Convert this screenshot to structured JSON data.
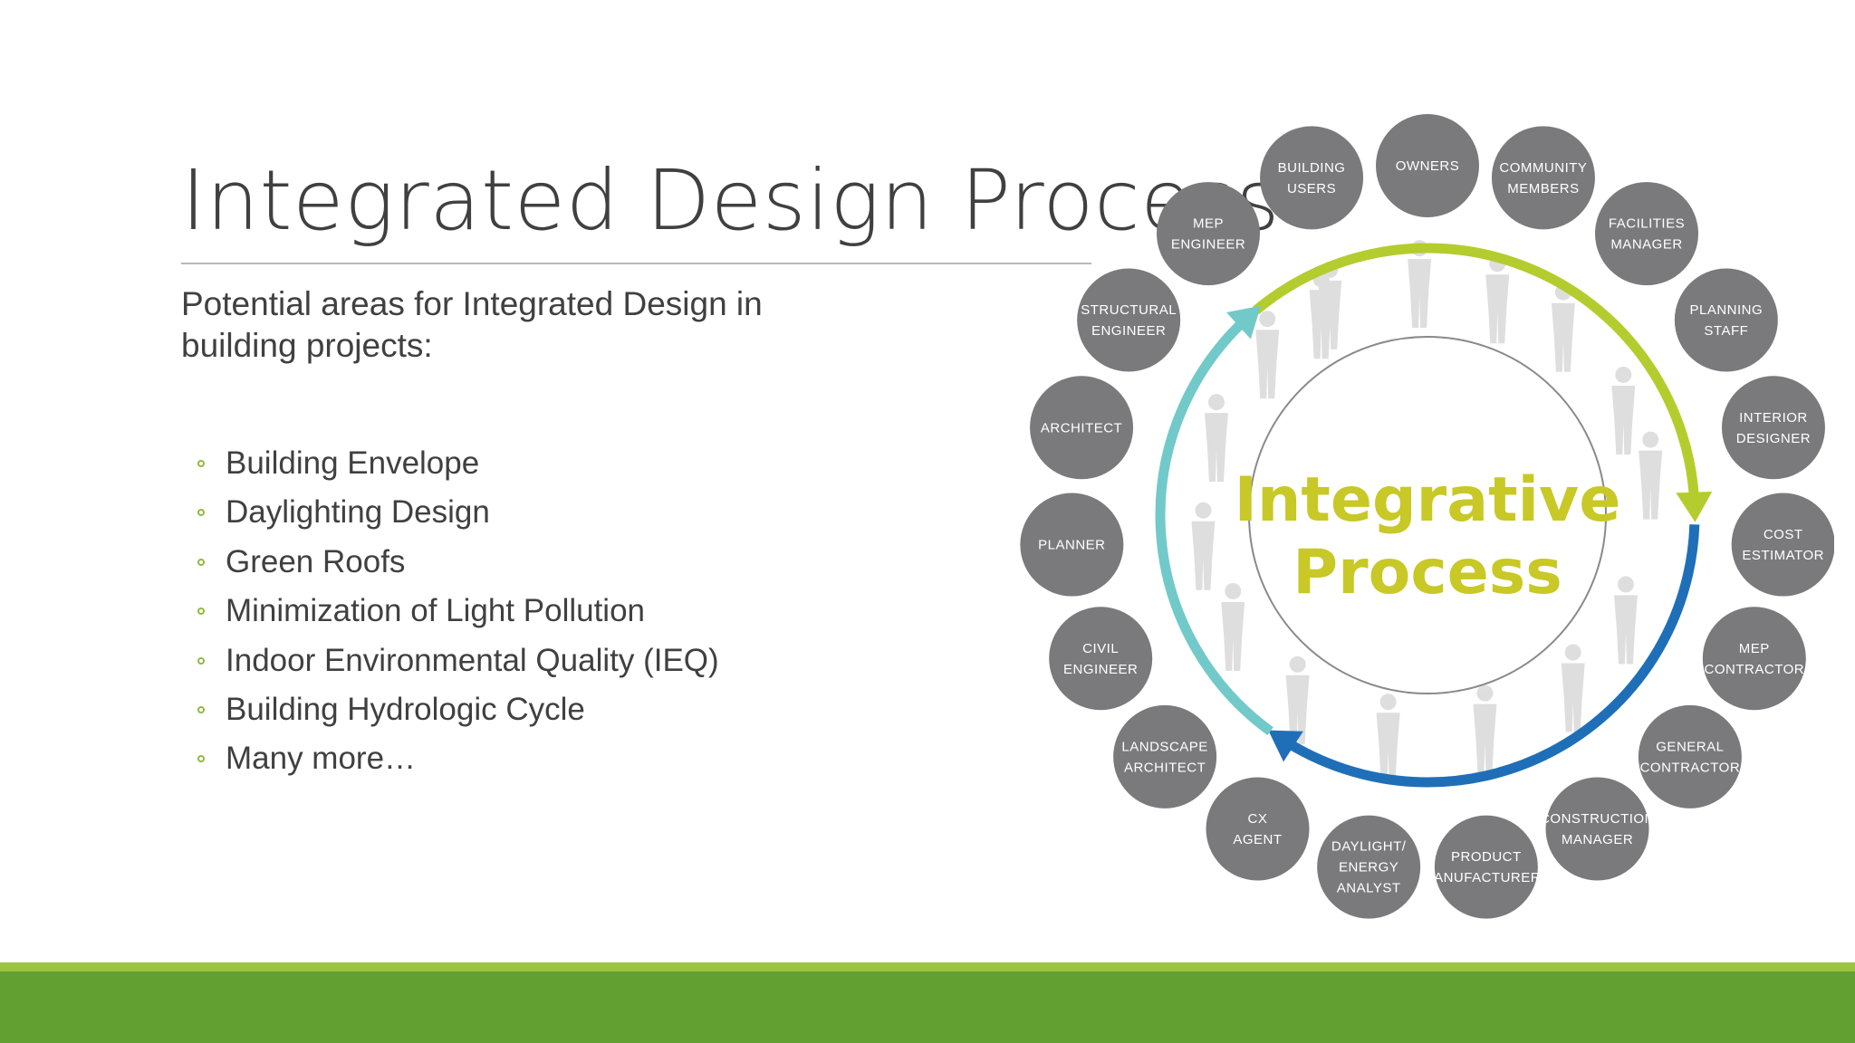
{
  "slide": {
    "title": "Integrated Design Process",
    "subtitle": "Potential areas for Integrated Design in building projects:",
    "bullets": [
      "Building Envelope",
      "Daylighting Design",
      "Green Roofs",
      "Minimization of Light Pollution",
      "Indoor Environmental Quality (IEQ)",
      "Building Hydrologic Cycle",
      "Many more…"
    ]
  },
  "diagram": {
    "center_lines": [
      "Integrative",
      "Process"
    ],
    "colors": {
      "node": "#7a7a7c",
      "center_text": "#c8c827",
      "arc_green": "#b5cc2e",
      "arc_blue": "#1f6fb8",
      "arc_teal": "#72c9c9",
      "footer_light": "#9cc440",
      "footer_dark": "#62a032"
    },
    "nodes": [
      {
        "lines": [
          "OWNERS"
        ]
      },
      {
        "lines": [
          "COMMUNITY",
          "MEMBERS"
        ]
      },
      {
        "lines": [
          "FACILITIES",
          "MANAGER"
        ]
      },
      {
        "lines": [
          "PLANNING",
          "STAFF"
        ]
      },
      {
        "lines": [
          "INTERIOR",
          "DESIGNER"
        ]
      },
      {
        "lines": [
          "COST",
          "ESTIMATOR"
        ]
      },
      {
        "lines": [
          "MEP",
          "CONTRACTOR"
        ]
      },
      {
        "lines": [
          "GENERAL",
          "CONTRACTOR"
        ]
      },
      {
        "lines": [
          "CONSTRUCTION",
          "MANAGER"
        ]
      },
      {
        "lines": [
          "PRODUCT",
          "MANUFACTURERS"
        ]
      },
      {
        "lines": [
          "DAYLIGHT/",
          "ENERGY",
          "ANALYST"
        ]
      },
      {
        "lines": [
          "CX",
          "AGENT"
        ]
      },
      {
        "lines": [
          "LANDSCAPE",
          "ARCHITECT"
        ]
      },
      {
        "lines": [
          "CIVIL",
          "ENGINEER"
        ]
      },
      {
        "lines": [
          "PLANNER"
        ]
      },
      {
        "lines": [
          "ARCHITECT"
        ]
      },
      {
        "lines": [
          "STRUCTURAL",
          "ENGINEER"
        ]
      },
      {
        "lines": [
          "MEP",
          "ENGINEER"
        ]
      },
      {
        "lines": [
          "BUILDING",
          "USERS"
        ]
      }
    ]
  }
}
